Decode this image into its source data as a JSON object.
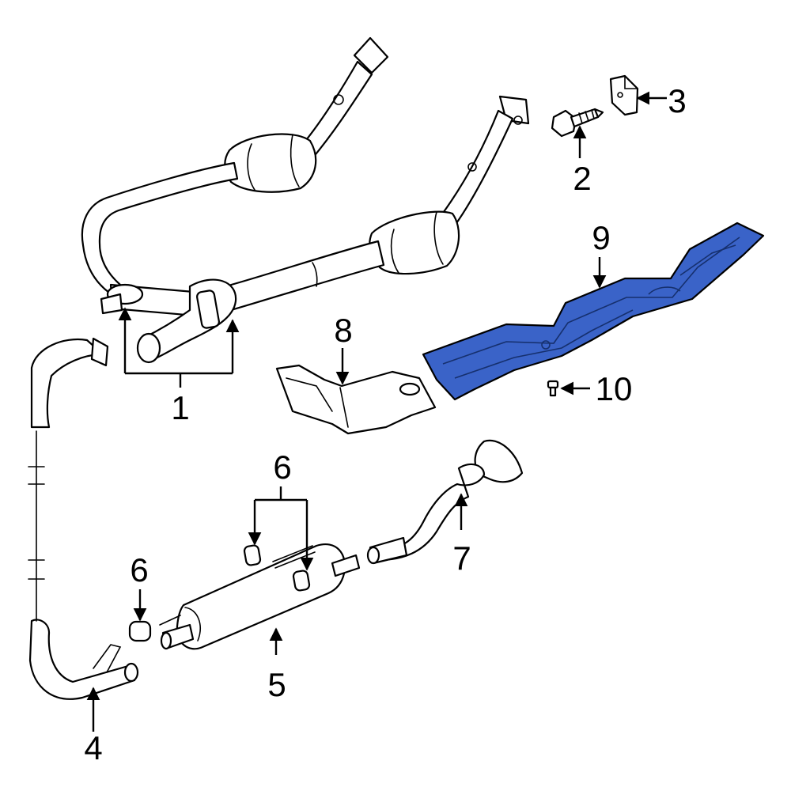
{
  "diagram": {
    "highlight_color": "#3a63c8",
    "callouts": [
      {
        "id": "c1",
        "text": "1"
      },
      {
        "id": "c2",
        "text": "2"
      },
      {
        "id": "c3",
        "text": "3"
      },
      {
        "id": "c4",
        "text": "4"
      },
      {
        "id": "c5",
        "text": "5"
      },
      {
        "id": "c6a",
        "text": "6"
      },
      {
        "id": "c6b",
        "text": "6"
      },
      {
        "id": "c7",
        "text": "7"
      },
      {
        "id": "c8",
        "text": "8"
      },
      {
        "id": "c9",
        "text": "9"
      },
      {
        "id": "c10",
        "text": "10"
      }
    ]
  }
}
